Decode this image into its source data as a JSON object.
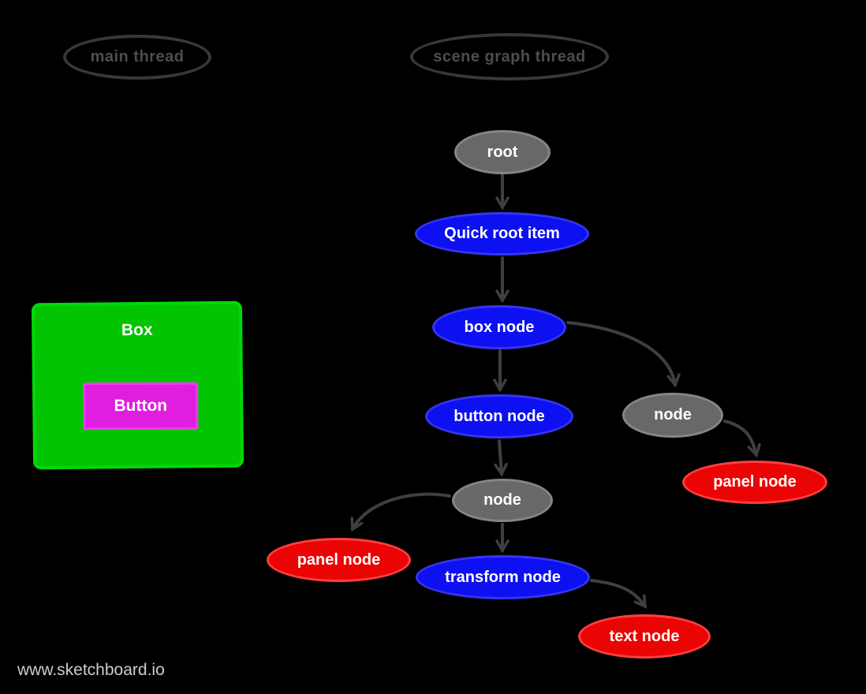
{
  "canvas": {
    "background": "#000000",
    "watermark": "www.sketchboard.io"
  },
  "colors": {
    "blue_node_fill": "#0d10f0",
    "red_node_fill": "#eb0404",
    "gray_node_fill": "#686868",
    "green_box_fill": "#02c402",
    "magenta_button_fill": "#e01ee0",
    "arrow_stroke": "#3f3f3f",
    "thread_outline": "#383838",
    "thread_text": "#4d4d4d",
    "node_text": "#ffffff",
    "watermark_text": "#cccccc"
  },
  "threads": [
    {
      "label": "main thread"
    },
    {
      "label": "scene graph thread"
    }
  ],
  "ui_mock": {
    "box_label": "Box",
    "button_label": "Button"
  },
  "diagram": {
    "nodes": [
      {
        "id": "root",
        "label": "root",
        "type": "gray"
      },
      {
        "id": "quick-root-item",
        "label": "Quick root item",
        "type": "blue"
      },
      {
        "id": "box-node",
        "label": "box node",
        "type": "blue"
      },
      {
        "id": "button-node",
        "label": "button node",
        "type": "blue"
      },
      {
        "id": "node-right",
        "label": "node",
        "type": "gray"
      },
      {
        "id": "panel-node-right",
        "label": "panel node",
        "type": "red"
      },
      {
        "id": "node-left",
        "label": "node",
        "type": "gray"
      },
      {
        "id": "panel-node-left",
        "label": "panel node",
        "type": "red"
      },
      {
        "id": "transform-node",
        "label": "transform node",
        "type": "blue"
      },
      {
        "id": "text-node",
        "label": "text node",
        "type": "red"
      }
    ],
    "edges": [
      {
        "from": "root",
        "to": "quick-root-item"
      },
      {
        "from": "quick-root-item",
        "to": "box-node"
      },
      {
        "from": "box-node",
        "to": "button-node"
      },
      {
        "from": "box-node",
        "to": "node-right"
      },
      {
        "from": "node-right",
        "to": "panel-node-right"
      },
      {
        "from": "button-node",
        "to": "node-left"
      },
      {
        "from": "node-left",
        "to": "panel-node-left"
      },
      {
        "from": "node-left",
        "to": "transform-node"
      },
      {
        "from": "transform-node",
        "to": "text-node"
      }
    ]
  }
}
